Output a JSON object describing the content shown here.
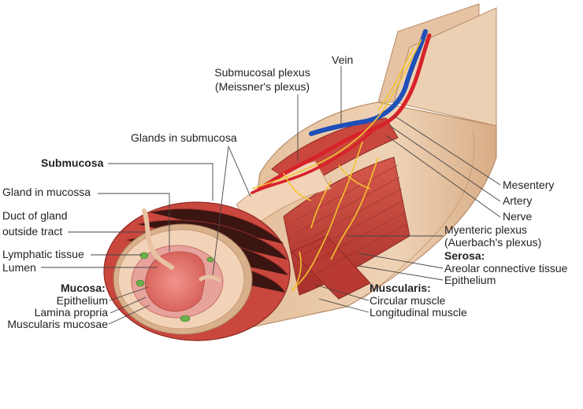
{
  "labels": {
    "vein": "Vein",
    "submucosal_plexus": "Submucosal plexus",
    "meissners_plexus": "(Meissner's plexus)",
    "glands_in_submucosa": "Glands in submucosa",
    "submucosa": "Submucosa",
    "gland_in_mucosa": "Gland in mucossa",
    "duct_of_gland": "Duct of gland",
    "outside_tract": "outside tract",
    "lymphatic_tissue": "Lymphatic tissue",
    "lumen": "Lumen",
    "mucosa_heading": "Mucosa:",
    "mucosa_epithelium": "Epithelium",
    "lamina_propria": "Lamina propria",
    "muscularis_mucosae": "Muscularis mucosae",
    "mesentery": "Mesentery",
    "artery": "Artery",
    "nerve": "Nerve",
    "myenteric_plexus": "Myenteric plexus",
    "auerbachs_plexus": "(Auerbach's plexus)",
    "serosa_heading": "Serosa:",
    "areolar_connective_tissue": "Areolar connective tissue",
    "serosa_epithelium": "Epithelium",
    "muscularis_heading": "Muscularis:",
    "circular_muscle": "Circular muscle",
    "longitudinal_muscle": "Longitudinal muscle"
  },
  "colors": {
    "serosa": "#e9c8a6",
    "serosa_shade": "#d9b08c",
    "muscle": "#c9473d",
    "muscle_dark": "#a8302a",
    "submucosa": "#f2d3b8",
    "mucosa": "#e7a29b",
    "lumen": "#e9867f",
    "vein": "#1f4fb8",
    "artery": "#d8222a",
    "nerve": "#f2c232",
    "lymph": "#6bb04a"
  }
}
